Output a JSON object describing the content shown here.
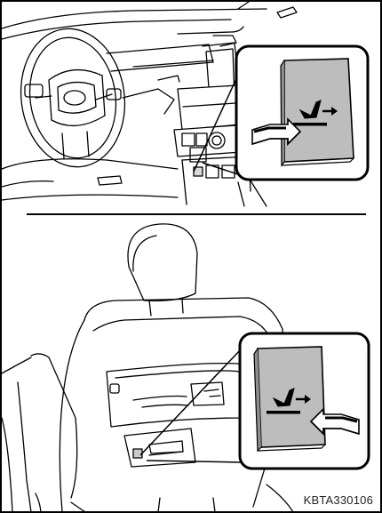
{
  "figure": {
    "code": "KBTA330106",
    "panels": [
      {
        "id": "top",
        "switch_icon": "seat-slide-arrow-icon",
        "press_direction": "right"
      },
      {
        "id": "bottom",
        "switch_icon": "seat-slide-arrow-icon",
        "press_direction": "left"
      }
    ],
    "colors": {
      "switch_face": "#bdbdbd",
      "line": "#000000",
      "background": "#ffffff"
    }
  }
}
